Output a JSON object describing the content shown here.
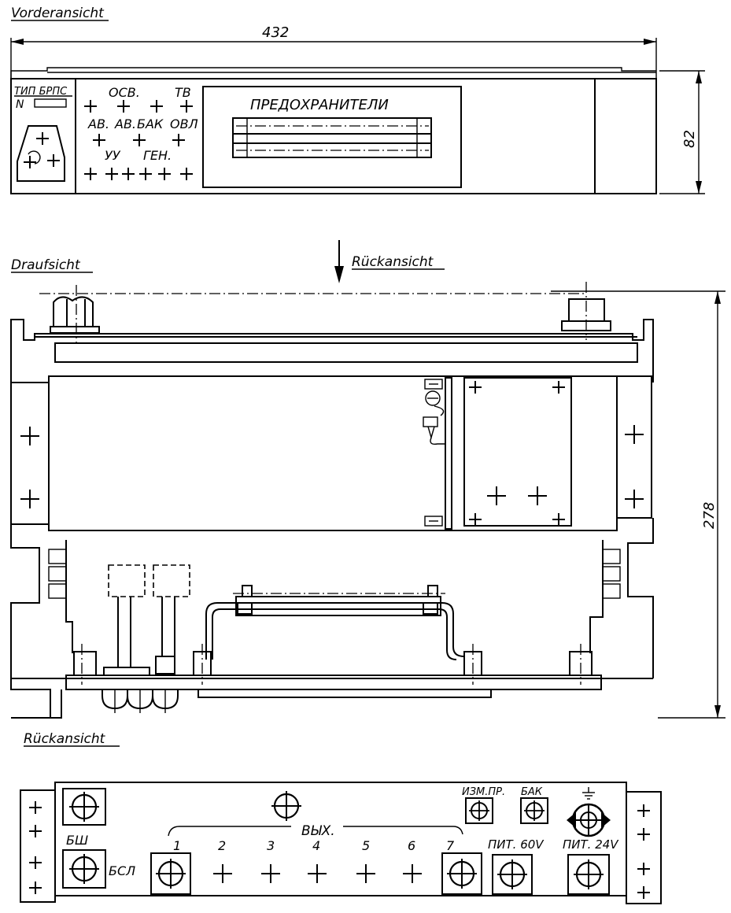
{
  "views": {
    "front": "Vorderansicht",
    "top": "Draufsicht",
    "rear": "Rückansicht",
    "rear_arrow": "Rückansicht"
  },
  "dimensions": {
    "width": "432",
    "height": "82",
    "depth": "278"
  },
  "front_panel": {
    "type_label": "ТИП БРПС",
    "number_label": "N",
    "osv": "ОСВ.",
    "tv": "ТВ",
    "av1": "АВ.",
    "av2": "АВ.",
    "bak": "БАК",
    "ovl": "ОВЛ",
    "uu": "УУ",
    "gen": "ГЕН.",
    "fuses": "ПРЕДОХРАНИТЕЛИ"
  },
  "rear_panel": {
    "bsh": "БШ",
    "bsl": "БСЛ",
    "out": "ВЫХ.",
    "outputs": [
      "1",
      "2",
      "3",
      "4",
      "5",
      "6",
      "7"
    ],
    "meas": "ИЗМ.ПР.",
    "bak": "БАК",
    "pit60": "ПИТ. 60V",
    "pit24": "ПИТ. 24V"
  }
}
